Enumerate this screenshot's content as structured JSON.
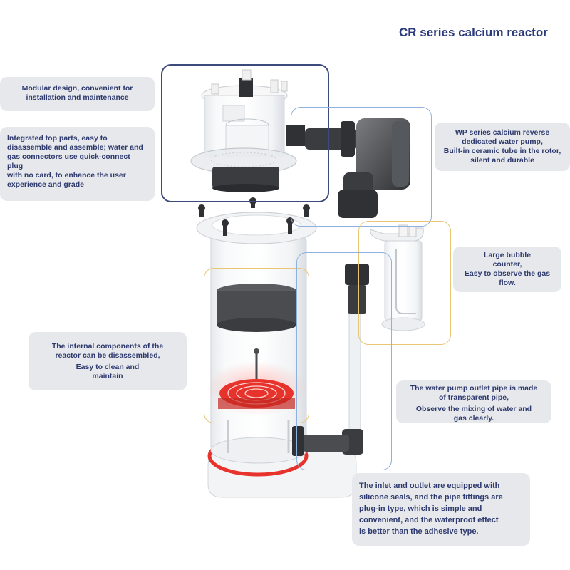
{
  "title": "CR series calcium reactor",
  "callouts": {
    "modular": [
      "Modular design, convenient for",
      "installation and maintenance"
    ],
    "top_parts": [
      "Integrated top parts, easy to",
      "disassemble and assemble; water and",
      "gas connectors use quick-connect plug",
      "with no card, to enhance the user",
      "experience and grade"
    ],
    "pump": [
      "WP series calcium reverse",
      "dedicated water pump,",
      "Built-in ceramic tube in the rotor,",
      "silent and durable"
    ],
    "bubble": [
      "Large bubble",
      "counter,",
      "Easy to observe the gas",
      "flow."
    ],
    "internal": [
      "The internal components of the",
      "reactor can be disassembled,",
      "Easy to clean and",
      "maintain"
    ],
    "outlet_pipe": [
      "The water pump outlet pipe is made",
      "of transparent pipe,",
      "Observe the mixing of water and",
      "gas clearly."
    ],
    "seals": [
      "The inlet and outlet are equipped with",
      "silicone seals, and the pipe fittings are",
      "plug-in type, which is simple and",
      "convenient, and the waterproof effect",
      "is better than the adhesive type."
    ]
  },
  "colors": {
    "title": "#2b3a7a",
    "callout_text": "#2e3a6e",
    "callout_bg": "#e4e6ea",
    "frame_navy": "#3d4b7c",
    "frame_blue": "#8fb0e0",
    "frame_gold": "#e8c676",
    "seal_red": "#e8322c",
    "media_dark": "#4a4c50"
  }
}
